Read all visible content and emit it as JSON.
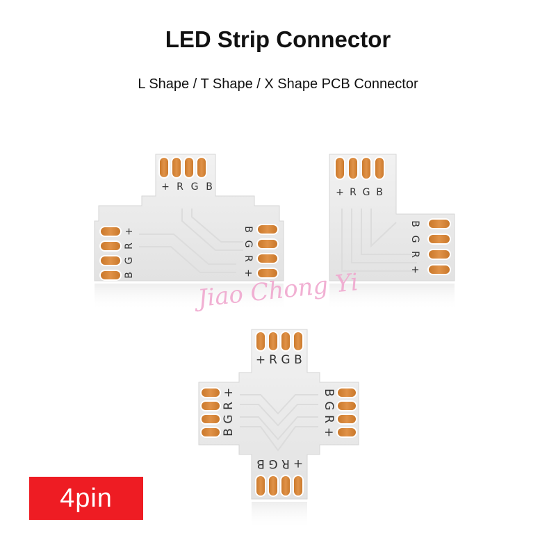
{
  "header": {
    "title": "LED Strip Connector",
    "subtitle": "L Shape / T Shape / X Shape PCB Connector"
  },
  "connector_labels": {
    "plus": "+",
    "r": "R",
    "g": "G",
    "b": "B"
  },
  "watermark": "Jiao Chong Yi",
  "badge": {
    "label": "4pin",
    "color": "#ee1c23"
  },
  "colors": {
    "board": "#ebebeb",
    "pad": "#d08232",
    "pad_border": "#ffffff"
  }
}
